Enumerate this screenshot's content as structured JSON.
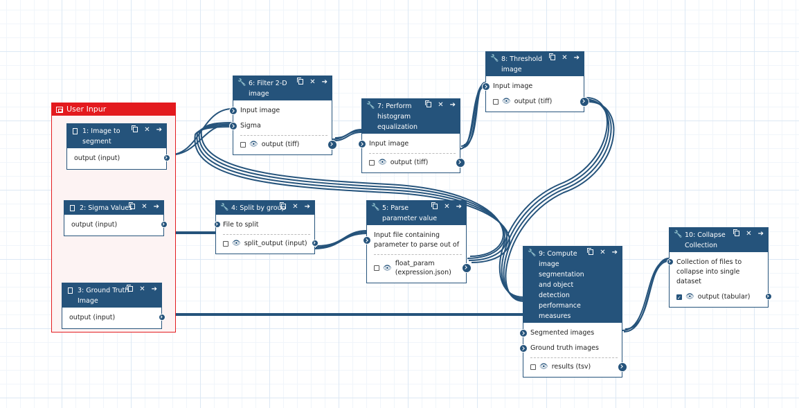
{
  "group": {
    "label": "User Inpur"
  },
  "nodes": {
    "n1": {
      "title": "1: Image to segment",
      "output": "output (input)"
    },
    "n2": {
      "title": "2: Sigma Values",
      "output": "output (input)"
    },
    "n3": {
      "title": "3: Ground Truth Image",
      "output": "output (input)"
    },
    "n4": {
      "title": "4: Split by group",
      "inputs": [
        "File to split"
      ],
      "output": "split_output (input)"
    },
    "n5": {
      "title": "5: Parse parameter value",
      "inputs": [
        "Input file containing parameter to parse out of"
      ],
      "output": "float_param (expression.json)"
    },
    "n6": {
      "title": "6: Filter 2-D image",
      "inputs": [
        "Input image",
        "Sigma"
      ],
      "output": "output (tiff)"
    },
    "n7": {
      "title": "7: Perform histogram equalization",
      "inputs": [
        "Input image"
      ],
      "output": "output (tiff)"
    },
    "n8": {
      "title": "8: Threshold image",
      "inputs": [
        "Input image"
      ],
      "output": "output (tiff)"
    },
    "n9": {
      "title": "9: Compute image segmentation and object detection performance measures",
      "inputs": [
        "Segmented images",
        "Ground truth images"
      ],
      "output": "results (tsv)"
    },
    "n10": {
      "title": "10: Collapse Collection",
      "inputs": [
        "Collection of files to collapse into single dataset"
      ],
      "output": "output (tabular)"
    }
  },
  "icons": {
    "input": "file-icon",
    "tool": "wrench-icon",
    "copy": "copy-icon",
    "delete": "close-icon",
    "open": "arrow-right-icon",
    "visible": "eye-icon"
  },
  "colors": {
    "node": "#25537b",
    "group": "#e31a1e",
    "group_bg": "#fdf3f3"
  }
}
